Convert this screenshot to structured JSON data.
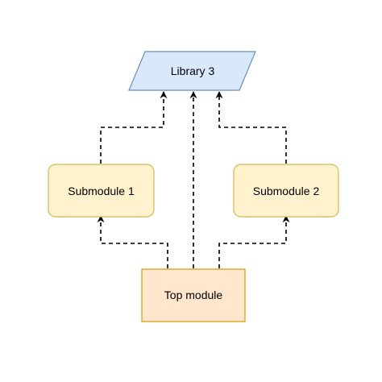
{
  "colors": {
    "library_fill": "#dae8fc",
    "library_stroke": "#6c8ebf",
    "submodule_fill": "#fff2cc",
    "submodule_stroke": "#d6b656",
    "top_fill": "#ffe6cc",
    "top_stroke": "#d79b00",
    "edge": "#000000"
  },
  "nodes": {
    "library": {
      "label": "Library 3",
      "shape": "parallelogram"
    },
    "submodule_1": {
      "label": "Submodule 1",
      "shape": "rounded-rectangle"
    },
    "submodule_2": {
      "label": "Submodule 2",
      "shape": "rounded-rectangle"
    },
    "top_module": {
      "label": "Top module",
      "shape": "rectangle"
    }
  },
  "edges": [
    {
      "from": "Submodule 1",
      "to": "Library 3",
      "style": "dashed"
    },
    {
      "from": "Submodule 2",
      "to": "Library 3",
      "style": "dashed"
    },
    {
      "from": "Top module",
      "to": "Library 3",
      "style": "dashed"
    },
    {
      "from": "Top module",
      "to": "Submodule 1",
      "style": "dashed"
    },
    {
      "from": "Top module",
      "to": "Submodule 2",
      "style": "dashed"
    }
  ]
}
